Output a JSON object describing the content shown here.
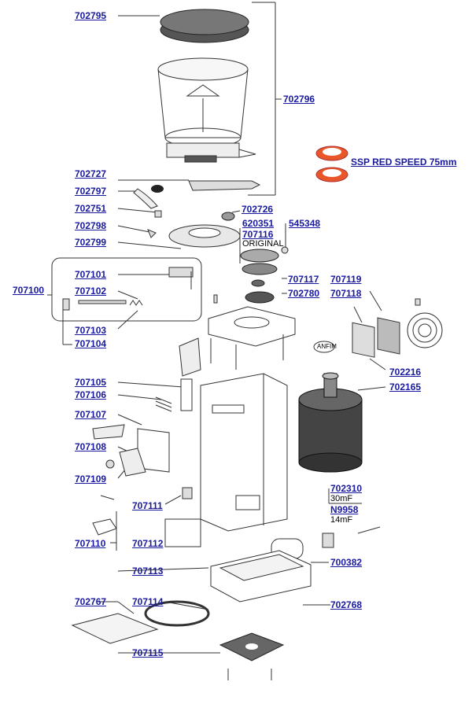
{
  "parts": {
    "p702795": "702795",
    "p702796": "702796",
    "p702727": "702727",
    "p702797": "702797",
    "p702751": "702751",
    "p702726": "702726",
    "p702798": "702798",
    "p620351": "620351",
    "p545348": "545348",
    "p707116": "707116",
    "p702799": "702799",
    "p707101": "707101",
    "p707100": "707100",
    "p707102": "707102",
    "p707117": "707117",
    "p707119": "707119",
    "p702780": "702780",
    "p707118": "707118",
    "p707103": "707103",
    "p707104": "707104",
    "p702216": "702216",
    "p707105": "707105",
    "p702165": "702165",
    "p707106": "707106",
    "p707107": "707107",
    "p707108": "707108",
    "p707109": "707109",
    "p702310": "702310",
    "pN9958": "N9958",
    "p707111": "707111",
    "p707110": "707110",
    "p707112": "707112",
    "p700382": "700382",
    "p707113": "707113",
    "p702767": "702767",
    "p707114": "707114",
    "p702768": "702768",
    "p707115": "707115"
  },
  "notes": {
    "original": "ORIGINAL",
    "cap_30": "30mF",
    "cap_14": "14mF",
    "anfim": "ANFIM",
    "ssp": "SSP RED SPEED 75mm"
  },
  "colors": {
    "label": "#1a1aa0",
    "burr": "#e8562a",
    "line": "#333333"
  }
}
